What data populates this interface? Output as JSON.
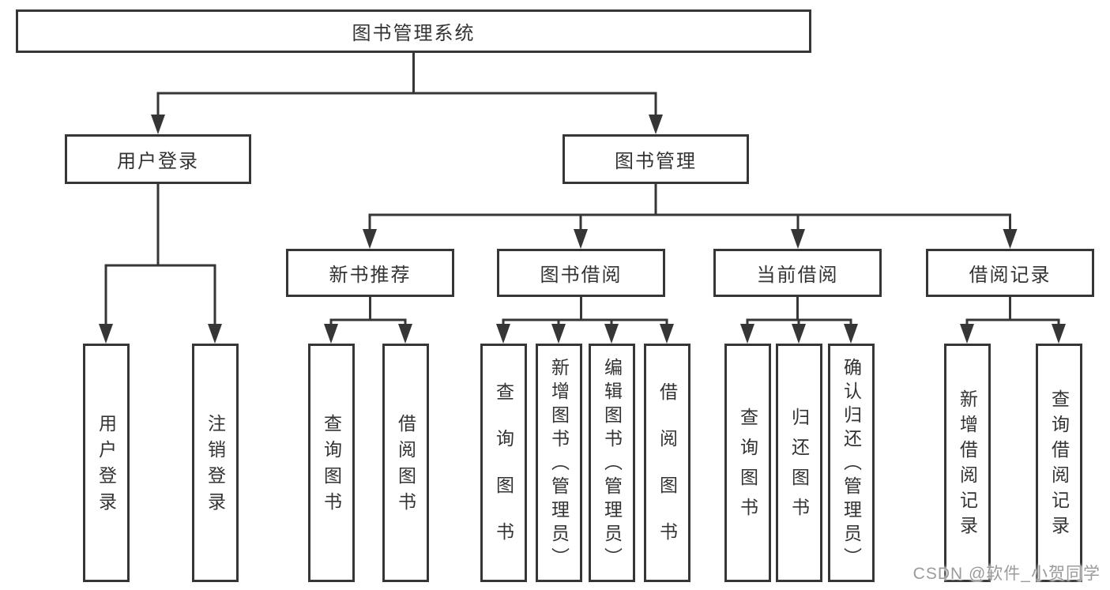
{
  "tree": {
    "label": "图书管理系统",
    "children": [
      {
        "label": "用户登录",
        "children": [
          {
            "label": "用户登录"
          },
          {
            "label": "注销登录"
          }
        ]
      },
      {
        "label": "图书管理",
        "children": [
          {
            "label": "新书推荐",
            "children": [
              {
                "label": "查询图书"
              },
              {
                "label": "借阅图书"
              }
            ]
          },
          {
            "label": "图书借阅",
            "children": [
              {
                "label": "查询图书"
              },
              {
                "label": "新增图书（管理员）"
              },
              {
                "label": "编辑图书（管理员）"
              },
              {
                "label": "借阅图书"
              }
            ]
          },
          {
            "label": "当前借阅",
            "children": [
              {
                "label": "查询图书"
              },
              {
                "label": "归还图书"
              },
              {
                "label": "确认归还（管理员）"
              }
            ]
          },
          {
            "label": "借阅记录",
            "children": [
              {
                "label": "新增借阅记录"
              },
              {
                "label": "查询借阅记录"
              }
            ]
          }
        ]
      }
    ]
  },
  "watermark": "CSDN @软件_小贺同学",
  "colors": {
    "line": "#363636",
    "border": "#363636",
    "text": "#333333",
    "watermark": "#9b9b9b",
    "background": "#ffffff"
  }
}
